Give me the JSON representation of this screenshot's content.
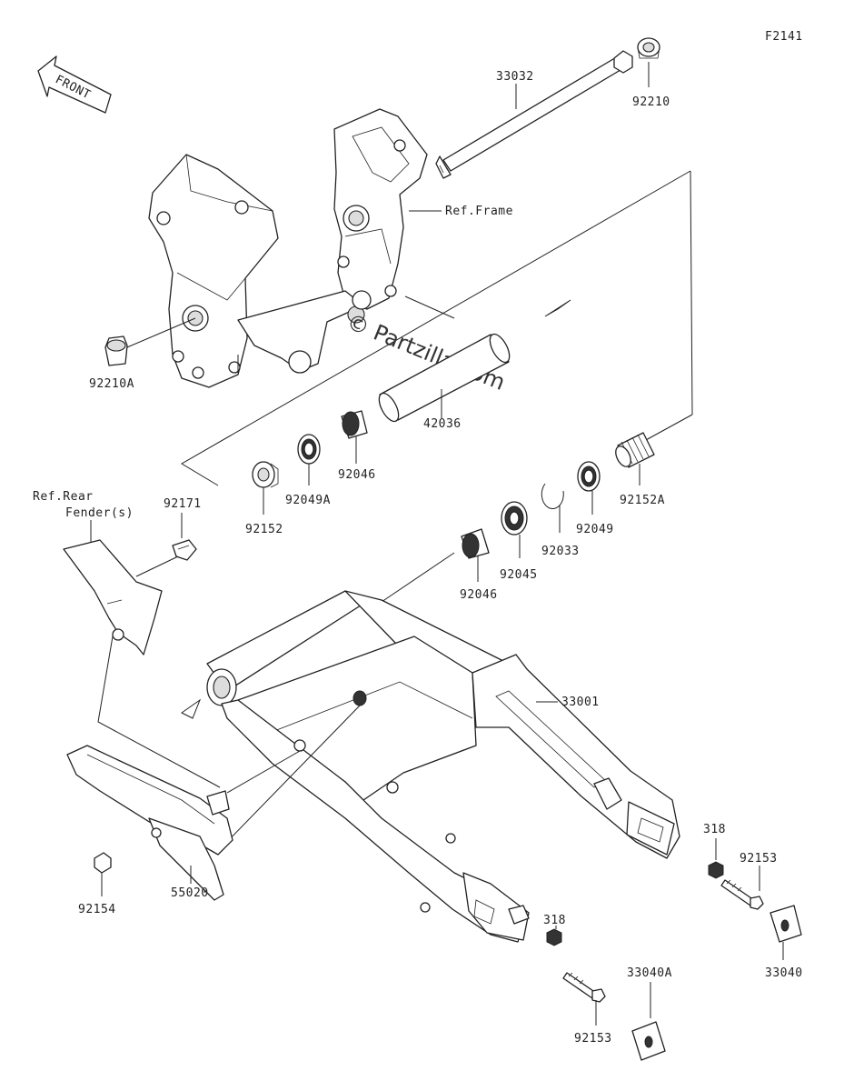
{
  "diagram_code": "F2141",
  "front_label": "FRONT",
  "watermark": "© Partzilla.com",
  "ref_frame": "Ref.Frame",
  "ref_rear_fender": [
    "Ref.Rear",
    "Fender(s)"
  ],
  "part_numbers": {
    "p33032": "33032",
    "p92210": "92210",
    "p92210A": "92210A",
    "p42036": "42036",
    "p92046_top": "92046",
    "p92049A": "92049A",
    "p92152": "92152",
    "p92152A": "92152A",
    "p92049": "92049",
    "p92033": "92033",
    "p92045": "92045",
    "p92046_mid": "92046",
    "p92171": "92171",
    "p33001": "33001",
    "p318_right": "318",
    "p92153_right": "92153",
    "p33040": "33040",
    "p92154": "92154",
    "p55020": "55020",
    "p318_bottom": "318",
    "p33040A": "33040A",
    "p92153_bottom": "92153"
  }
}
